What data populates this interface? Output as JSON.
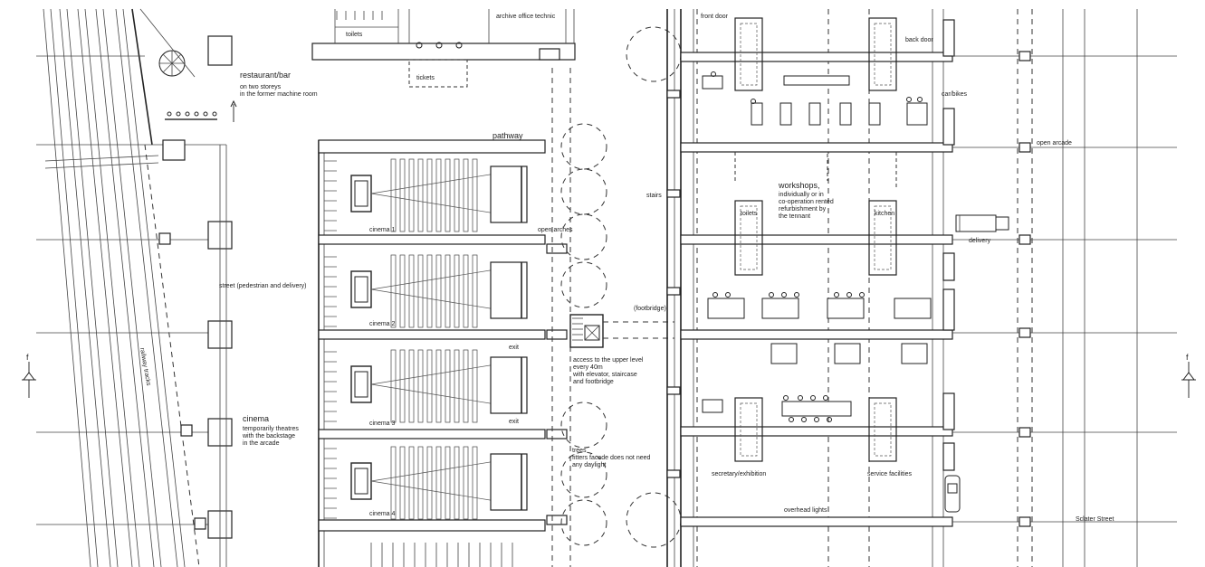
{
  "labels": {
    "restaurant_title": "restaurant/bar",
    "restaurant_line1": "on two storeys",
    "restaurant_line2": "in the former machine room",
    "toilets": "toilets",
    "tickets": "tickets",
    "archive": "archive office technic",
    "pathway": "pathway",
    "cinema1": "cinema 1",
    "cinema2": "cinema 2",
    "cinema3": "cinema 3",
    "cinema4": "cinema 4",
    "street": "street (pedestrian and delivery)",
    "cinema_title": "cinema",
    "cinema_line1": "temporarily theatres",
    "cinema_line2": "with the backstage",
    "cinema_line3": "in the arcade",
    "railway": "railway tracks",
    "open_arches": "open arches",
    "exit1": "exit",
    "exit2": "exit",
    "footbridge": "(footbridge)",
    "access_line1": "access to the upper level",
    "access_line2": "every 40m",
    "access_line3": "with elevator, staircase",
    "access_line4": "and footbridge",
    "trees_line1": "trees",
    "trees_line2": "fitters facade does not need",
    "trees_line3": "any daylight",
    "stairs": "stairs",
    "front_door": "front door",
    "back_door": "back door",
    "carbikes": "car/bikes",
    "workshops_title": "workshops,",
    "workshops_line1": "individually or in",
    "workshops_line2": "co-operation rented",
    "workshops_line3": "refurbishment by",
    "workshops_line4": "the tennant",
    "toilets2": "toilets",
    "kitchen": "kitchen",
    "delivery": "delivery",
    "open_arcade": "open arcade",
    "secretary": "secretary/exhibition",
    "service": "service facilities",
    "overhead": "overhead lights",
    "sclater": "Sclater Street",
    "section_left": "f",
    "section_right": "f"
  }
}
